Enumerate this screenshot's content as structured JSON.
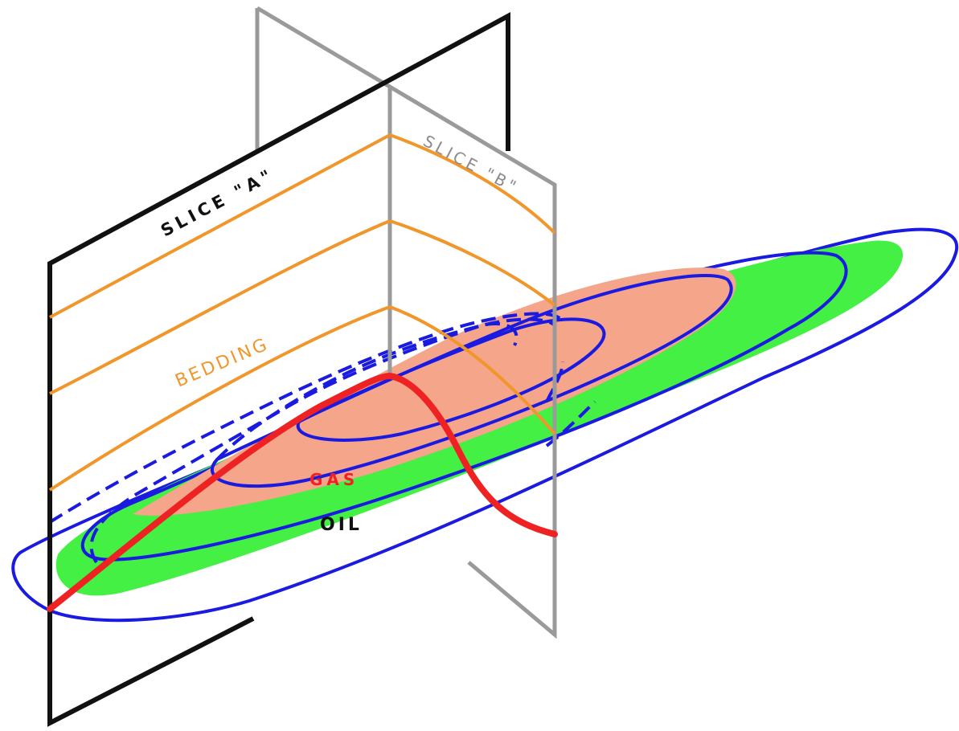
{
  "labels": {
    "slice_a": "SLICE \"A\"",
    "slice_b": "SLICE \"B\"",
    "bedding": "BEDDING",
    "gas": "GAS",
    "oil": "OIL"
  },
  "colors": {
    "slice_a_frame": "#111111",
    "slice_b_frame": "#9a9a9a",
    "bedding": "#f0962a",
    "contour": "#1a1ae0",
    "gas_zone": "#f4a58a",
    "oil_zone": "#44f044",
    "section_line": "#ee2222",
    "background": "#ffffff"
  }
}
